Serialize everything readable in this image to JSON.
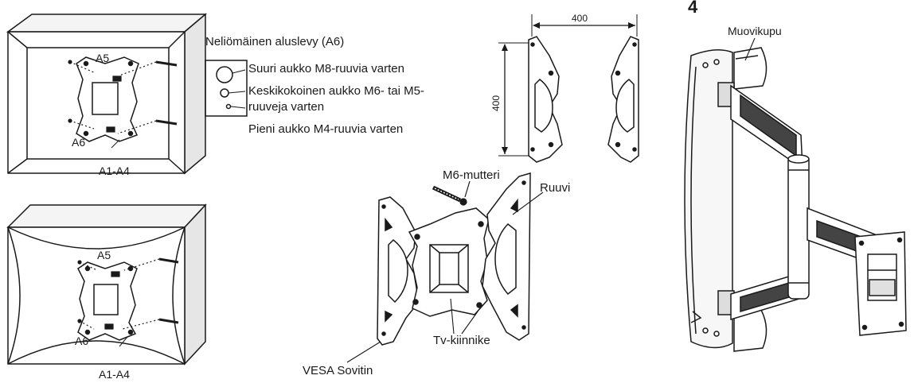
{
  "step_number": "4",
  "wall_mount": {
    "labels": {
      "a5": "A5",
      "a6": "A6",
      "a1_a4": "A1-A4"
    }
  },
  "washer_legend": {
    "title": "Neliömäinen aluslevy (A6)",
    "large_hole": "Suuri aukko M8-ruuvia varten",
    "medium_hole_line1": "Keskikokoinen aukko M6- tai M5-",
    "medium_hole_line2": "ruuveja varten",
    "small_hole": "Pieni aukko M4-ruuvia varten"
  },
  "vesa_dimensions": {
    "width": "400",
    "height": "400"
  },
  "adapter_parts": {
    "nut": "M6-mutteri",
    "screw": "Ruuvi",
    "tv_bracket": "Tv-kiinnike",
    "vesa_adapter": "VESA Sovitin"
  },
  "arm_mount": {
    "plastic_cap": "Muovikupu"
  },
  "colors": {
    "line": "#1a1a1a",
    "shade": "#444444",
    "paper": "#ffffff"
  }
}
